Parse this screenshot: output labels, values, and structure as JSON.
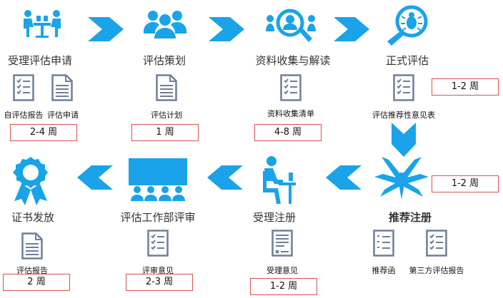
{
  "colors": {
    "blue": "#1aa3e8",
    "docGray": "#6e7f99",
    "durBorder": "#d9534f"
  },
  "steps": {
    "s1": {
      "title": "受理评估申请",
      "icon": "meeting-table-icon"
    },
    "s2": {
      "title": "评估策划",
      "icon": "people-group-icon"
    },
    "s3": {
      "title": "资料收集与解读",
      "icon": "magnifier-person-icon"
    },
    "s4": {
      "title": "正式评估",
      "icon": "magnifier-bug-icon"
    },
    "s5": {
      "title": "推荐注册",
      "icon": "hands-together-icon"
    },
    "s6": {
      "title": "受理注册",
      "icon": "person-at-desk-icon"
    },
    "s7": {
      "title": "评估工作部评审",
      "icon": "presentation-board-icon"
    },
    "s8": {
      "title": "证书发放",
      "icon": "award-ribbon-icon"
    }
  },
  "docs": {
    "d1": "自评估报告",
    "d2": "评估申请",
    "d3": "评估计划",
    "d4": "资料收集清单",
    "d5": "评估推荐性意见表",
    "d6": "推荐函",
    "d7": "第三方评估报告",
    "d8": "受理意见",
    "d9": "评审意见",
    "d10": "评估报告"
  },
  "durations": {
    "t1": "2-4 周",
    "t2": "1 周",
    "t3": "4-8 周",
    "t4": "1-2 周",
    "t5": "1-2 周",
    "t6": "1-2 周",
    "t7": "2-3 周",
    "t8": "2 周"
  }
}
